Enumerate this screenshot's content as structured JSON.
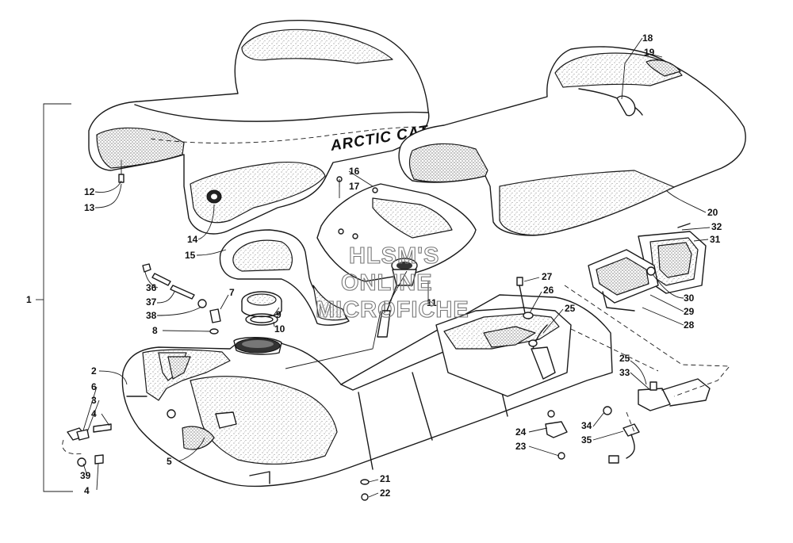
{
  "brand_text": "ARCTIC CAT",
  "watermark": [
    "HLSM'S",
    "ONLINE",
    "MICROFICHE"
  ],
  "callouts": {
    "c1": "1",
    "c2": "2",
    "c3": "3",
    "c4a": "4",
    "c4b": "4",
    "c5": "5",
    "c6": "6",
    "c7": "7",
    "c8": "8",
    "c9": "9",
    "c10": "10",
    "c11": "11",
    "c12": "12",
    "c13": "13",
    "c14": "14",
    "c15": "15",
    "c16": "16",
    "c17": "17",
    "c18": "18",
    "c19": "19",
    "c20": "20",
    "c21": "21",
    "c22": "22",
    "c23": "23",
    "c24": "24",
    "c25a": "25",
    "c25b": "25",
    "c26": "26",
    "c27": "27",
    "c28": "28",
    "c29": "29",
    "c30": "30",
    "c31": "31",
    "c32": "32",
    "c33": "33",
    "c34": "34",
    "c35": "35",
    "c36": "36",
    "c37": "37",
    "c38": "38",
    "c39": "39"
  }
}
